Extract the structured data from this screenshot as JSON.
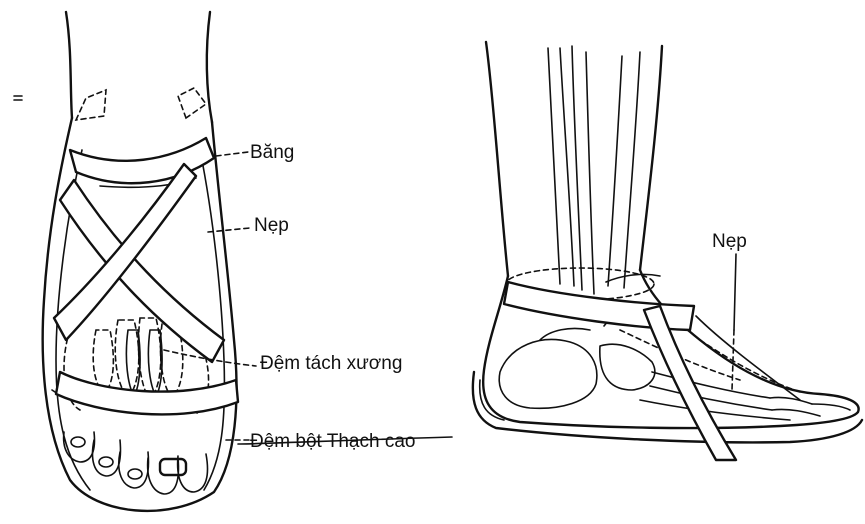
{
  "labels": {
    "bang": "Băng",
    "nep_front": "Nẹp",
    "dem_tach_xuong": "Đệm tách xương",
    "dem_bot_thach_cao": "Đệm bột Thạch cao",
    "nep_side": "Nẹp"
  },
  "colors": {
    "ink": "#111111",
    "paper": "#ffffff"
  }
}
